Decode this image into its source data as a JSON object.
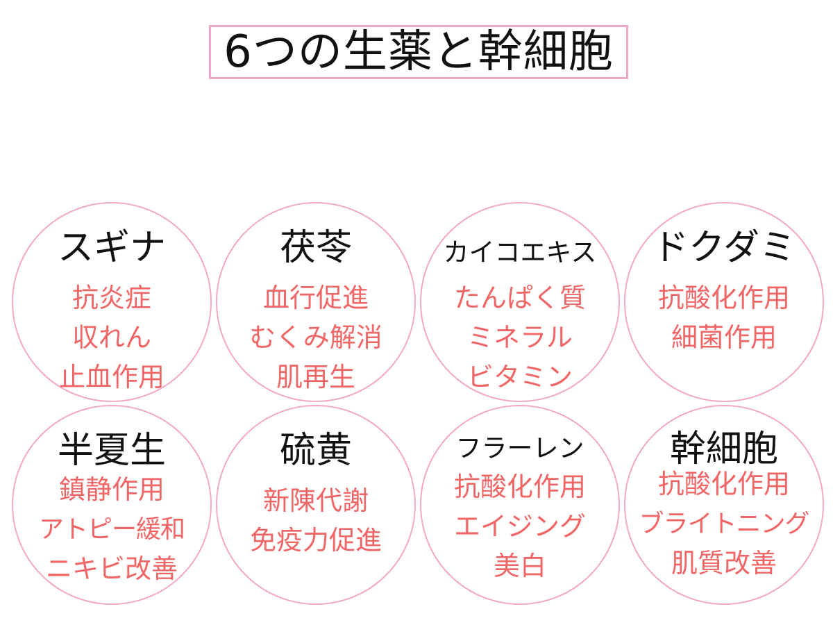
{
  "title": "6つの生薬と幹細胞",
  "items": [
    {
      "name": "スギナ",
      "effects": [
        "抗炎症",
        "収れん",
        "止血作用"
      ]
    },
    {
      "name": "茯苓",
      "effects": [
        "血行促進",
        "むくみ解消",
        "肌再生"
      ]
    },
    {
      "name": "カイコエキス",
      "effects": [
        "たんぱく質",
        "ミネラル",
        "ビタミン"
      ]
    },
    {
      "name": "ドクダミ",
      "effects": [
        "抗酸化作用",
        "細菌作用"
      ]
    },
    {
      "name": "半夏生",
      "effects": [
        "鎮静作用",
        "アトピー緩和",
        "ニキビ改善"
      ]
    },
    {
      "name": "硫黄",
      "effects": [
        "新陳代謝",
        "免疫力促進"
      ]
    },
    {
      "name": "フラーレン",
      "effects": [
        "抗酸化作用",
        "エイジング",
        "美白"
      ]
    },
    {
      "name": "幹細胞",
      "effects": [
        "抗酸化作用",
        "ブライトニング",
        "肌質改善"
      ]
    }
  ]
}
